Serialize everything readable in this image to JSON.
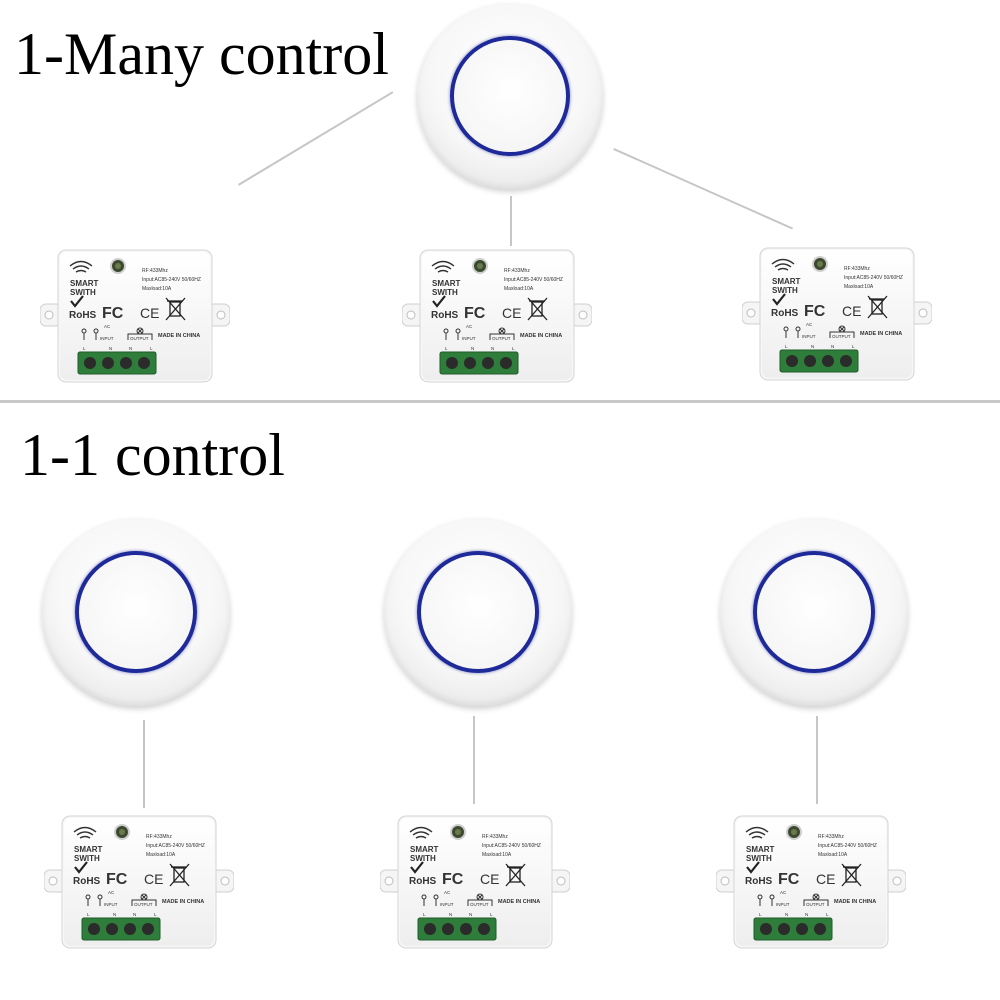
{
  "sections": {
    "one_to_many": {
      "title": "1-Many control"
    },
    "one_to_one": {
      "title": "1-1 control"
    }
  },
  "module_label": {
    "brand_line1": "SMART",
    "brand_line2": "SWITH",
    "rf": "RF:433Mhz",
    "input": "Input:AC85-240V 50/60HZ",
    "maxload": "Maxload:10A",
    "rohs": "RoHS",
    "fc": "FC",
    "ce": "CE",
    "ac": "AC",
    "input_label": "INPUT",
    "output_label": "OUTPUT",
    "made_in": "MADE IN CHINA",
    "l1": "L",
    "n1": "N",
    "n2": "N",
    "l2": "L"
  },
  "colors": {
    "ring": "#1f2a9a",
    "terminal_block": "#2f7d3a",
    "divider": "#c8c8c8",
    "wire": "#c6c6c6"
  },
  "icons": [
    "wifi-icon",
    "check-icon",
    "lamp-icon",
    "weee-bin-icon"
  ]
}
